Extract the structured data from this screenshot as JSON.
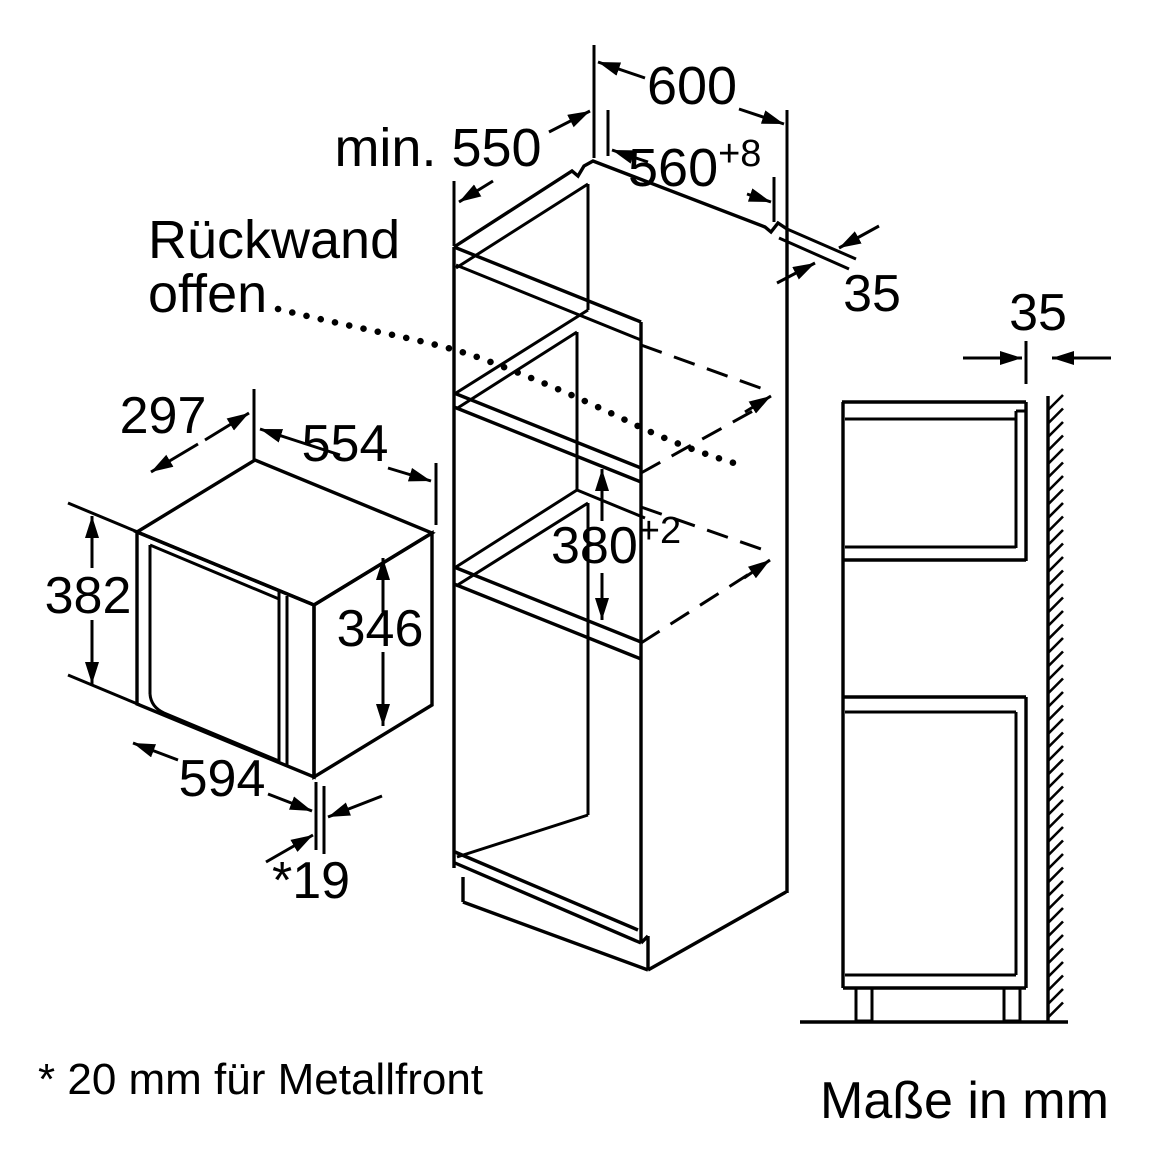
{
  "drawing": {
    "kind": "built-in appliance installation drawing",
    "units_note": "Maße in mm",
    "footnote": "* 20 mm für Metallfront",
    "rear_wall_note_line1": "Rückwand",
    "rear_wall_note_line2": "offen"
  },
  "colors": {
    "line": "#000000",
    "background": "#ffffff"
  },
  "dimensions": {
    "cabinet_outer_width": "600",
    "cabinet_min_depth": "min. 550",
    "niche_width": {
      "value": "560",
      "tolerance": "+8"
    },
    "niche_height": {
      "value": "380",
      "tolerance": "+2"
    },
    "side_panel_thickness": "35",
    "wall_clearance": "35",
    "appliance_depth": "297",
    "appliance_top_width": "554",
    "appliance_height": "382",
    "appliance_body_height": "346",
    "appliance_front_width": "594",
    "door_proud_depth": "*19"
  }
}
